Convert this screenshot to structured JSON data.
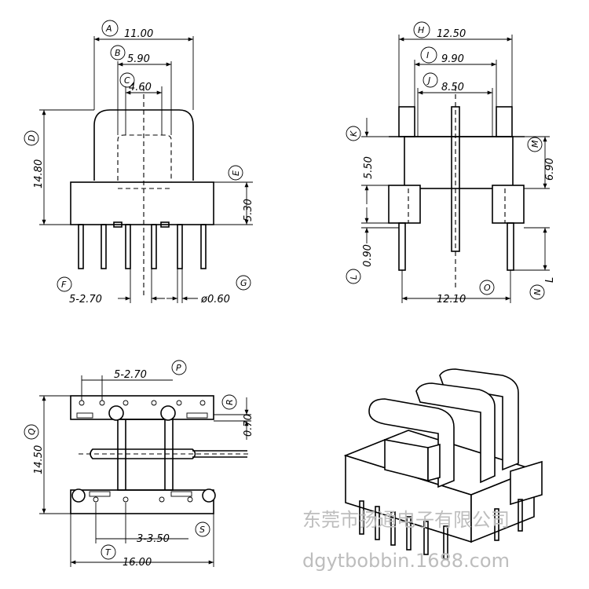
{
  "front_view": {
    "dim_a": "11.00",
    "dim_b": "5.90",
    "dim_c": "4.60",
    "dim_d": "14.80",
    "dim_e": "5.30",
    "dim_f": "5-2.70",
    "dim_g": "ø0.60",
    "labels": {
      "a": "A",
      "b": "B",
      "c": "C",
      "d": "D",
      "e": "E",
      "f": "F",
      "g": "G"
    }
  },
  "side_view": {
    "dim_h": "12.50",
    "dim_i": "9.90",
    "dim_j": "8.50",
    "dim_k": "5.50",
    "dim_m": "6.90",
    "dim_l": "0.90",
    "dim_o": "12.10",
    "letter_l": "L",
    "labels": {
      "h": "H",
      "i": "I",
      "j": "J",
      "k": "K",
      "m": "M",
      "l": "L",
      "n": "N",
      "o": "O"
    }
  },
  "top_view": {
    "dim_p": "5-2.70",
    "dim_r": "0.70",
    "dim_q": "14.50",
    "dim_t": "3-3.50",
    "dim_s": "16.00",
    "labels": {
      "p": "P",
      "r": "R",
      "q": "Q",
      "t": "T",
      "s": "S"
    }
  },
  "watermark": {
    "company": "东莞市扬通电子有限公司",
    "site": "dgytbobbin.1688.com"
  }
}
